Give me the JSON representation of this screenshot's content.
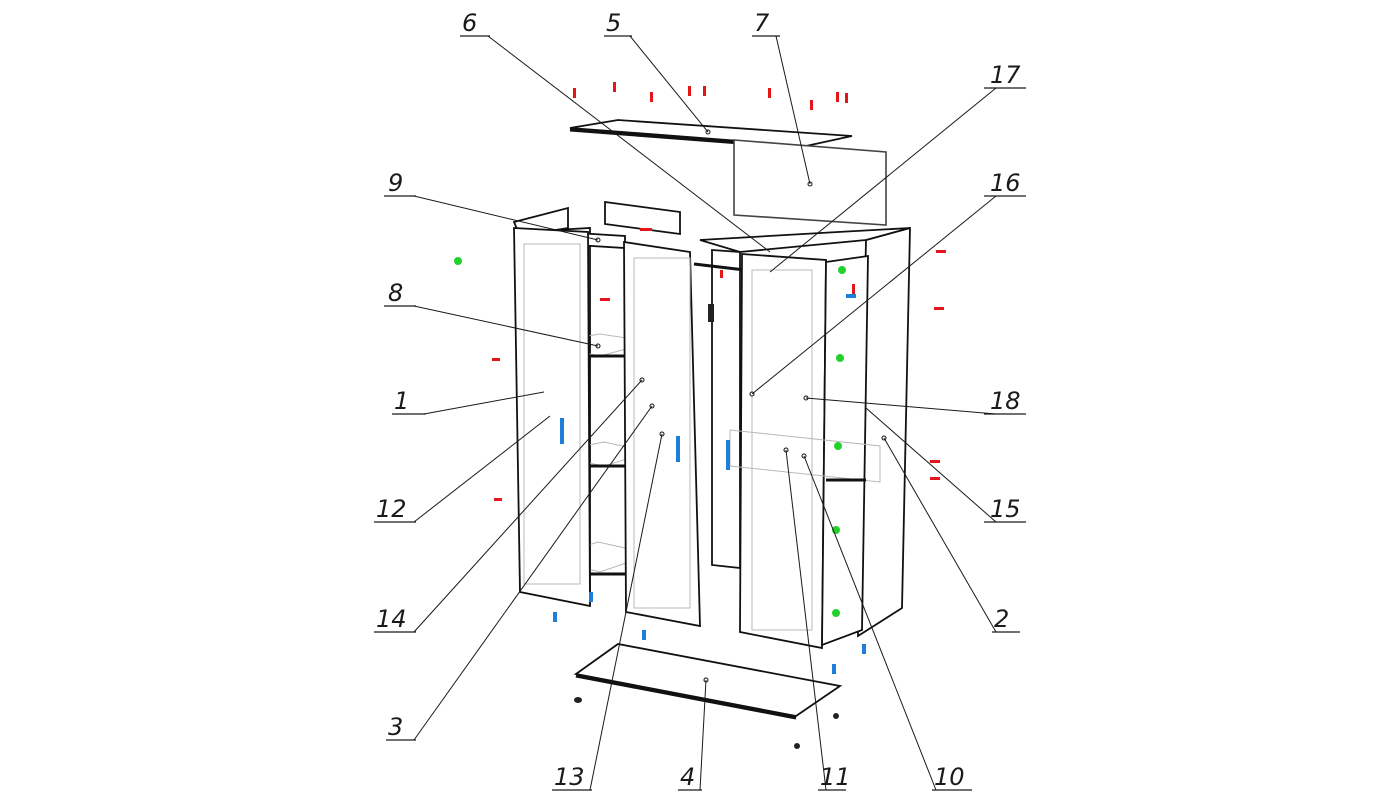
{
  "diagram": {
    "callouts": [
      {
        "id": "c6",
        "text": "6"
      },
      {
        "id": "c5",
        "text": "5"
      },
      {
        "id": "c7",
        "text": "7"
      },
      {
        "id": "c17",
        "text": "17"
      },
      {
        "id": "c16",
        "text": "16"
      },
      {
        "id": "c9",
        "text": "9"
      },
      {
        "id": "c8",
        "text": "8"
      },
      {
        "id": "c1",
        "text": "1"
      },
      {
        "id": "c18",
        "text": "18"
      },
      {
        "id": "c12",
        "text": "12"
      },
      {
        "id": "c15",
        "text": "15"
      },
      {
        "id": "c14",
        "text": "14"
      },
      {
        "id": "c2",
        "text": "2"
      },
      {
        "id": "c3",
        "text": "3"
      },
      {
        "id": "c13",
        "text": "13"
      },
      {
        "id": "c4",
        "text": "4"
      },
      {
        "id": "c11",
        "text": "11"
      },
      {
        "id": "c10",
        "text": "10"
      }
    ],
    "colors": {
      "red_hardware": "#e4161a",
      "blue_hardware": "#1e7fd8",
      "green_hardware": "#22d12a",
      "line": "#1a1a1a"
    }
  }
}
